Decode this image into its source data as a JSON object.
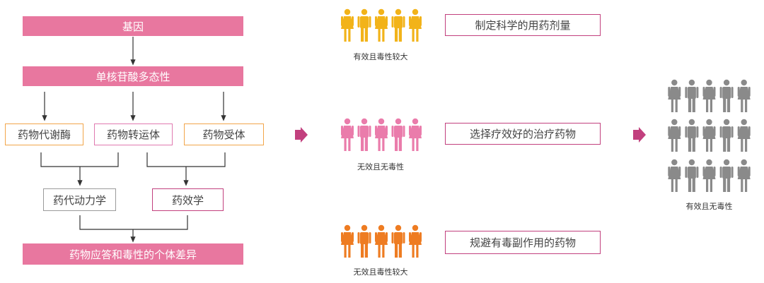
{
  "left_flow": {
    "gene": "基因",
    "snp": "单核苷酸多态性",
    "factors": [
      "药物代谢酶",
      "药物转运体",
      "药物受体"
    ],
    "mid": [
      "药代动力学",
      "药效学"
    ],
    "result": "药物应答和毒性的个体差异"
  },
  "middle": {
    "groups": [
      {
        "caption": "有效且毒性较大",
        "color": "#f2b319",
        "action": "制定科学的用药剂量"
      },
      {
        "caption": "无效且无毒性",
        "color": "#ea7cab",
        "action": "选择疗效好的治疗药物"
      },
      {
        "caption": "无效且毒性较大",
        "color": "#ee7c22",
        "action": "规避有毒副作用的药物"
      }
    ]
  },
  "right": {
    "caption": "有效且无毒性",
    "color": "#8a8a8a"
  },
  "colors": {
    "pink_bar": "#e8779f",
    "magenta_arrow": "#c2407e",
    "box_orange": "#f2a54a",
    "box_pink": "#e07ab0",
    "box_gray": "#9a9a9a"
  }
}
